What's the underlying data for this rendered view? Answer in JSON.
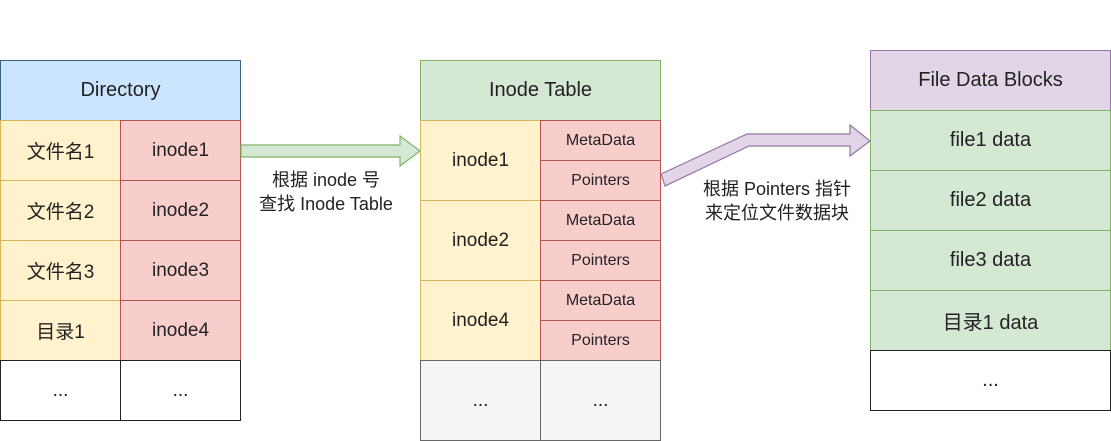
{
  "directory": {
    "title": "Directory",
    "rows": [
      {
        "name": "文件名1",
        "inode": "inode1"
      },
      {
        "name": "文件名2",
        "inode": "inode2"
      },
      {
        "name": "文件名3",
        "inode": "inode3"
      },
      {
        "name": "目录1",
        "inode": "inode4"
      },
      {
        "name": "...",
        "inode": "..."
      }
    ]
  },
  "inode_table": {
    "title": "Inode Table",
    "rows": [
      {
        "inode": "inode1",
        "metadata": "MetaData",
        "pointers": "Pointers"
      },
      {
        "inode": "inode2",
        "metadata": "MetaData",
        "pointers": "Pointers"
      },
      {
        "inode": "inode4",
        "metadata": "MetaData",
        "pointers": "Pointers"
      }
    ],
    "ellipsis": [
      "...",
      "..."
    ]
  },
  "file_data_blocks": {
    "title": "File Data Blocks",
    "rows": [
      "file1 data",
      "file2 data",
      "file3 data",
      "目录1 data",
      "..."
    ]
  },
  "arrows": {
    "dir_to_inode": {
      "line1": "根据 inode 号",
      "line2": "查找 Inode Table",
      "color": "#d5e8d4"
    },
    "inode_to_data": {
      "line1": "根据 Pointers 指针",
      "line2": "来定位文件数据块",
      "color": "#e1d5e7"
    }
  }
}
